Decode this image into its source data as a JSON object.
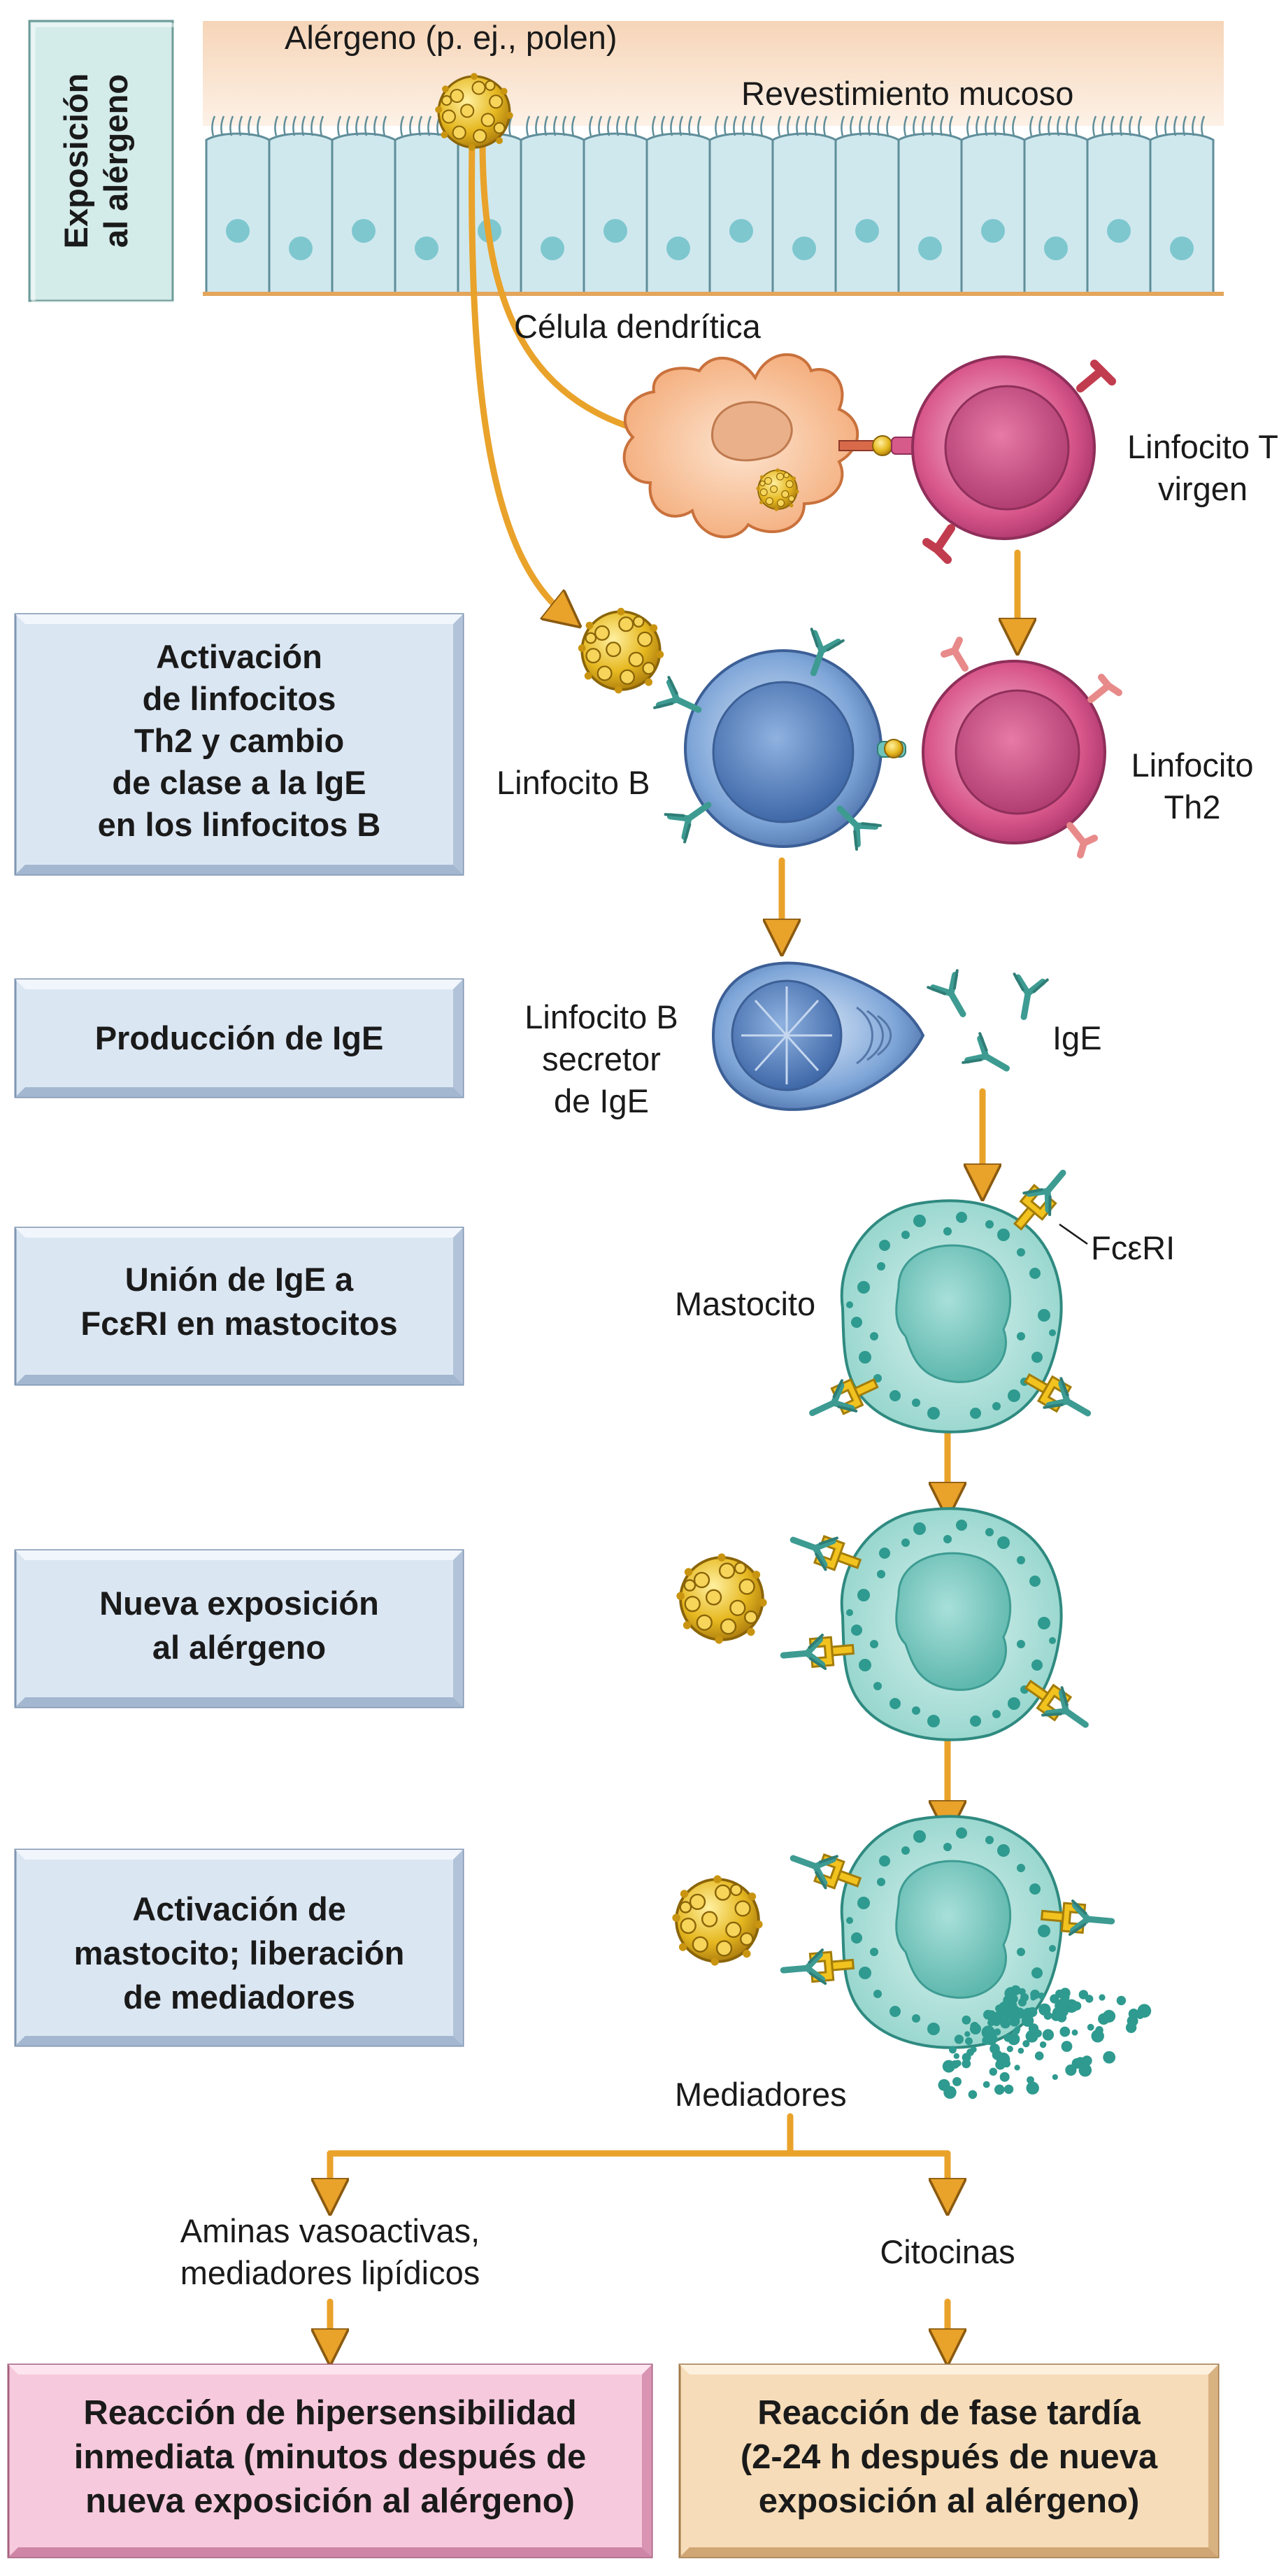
{
  "colors": {
    "arrow": "#e9a22a",
    "arrow_dark": "#8a5a10",
    "step_box": "#dbe6f3",
    "step_box_dark": "#8fa6c2",
    "immediate_box": "#f7c9dc",
    "late_box": "#f6dcb8",
    "allergen": "#e0b524",
    "dendritic": "#f8c49f",
    "t_cell": "#d65a8a",
    "b_cell": "#7ea8db",
    "mast_cell": "#7fcfc6",
    "antibody": "#3d9b92",
    "fc_receptor": "#e9b91a",
    "epithelium": "#cfe8ee"
  },
  "steps": {
    "exposure": [
      "Exposición",
      "al alérgeno"
    ],
    "activation": [
      "Activación",
      "de linfocitos",
      "Th2 y cambio",
      "de clase a la IgE",
      "en los linfocitos B"
    ],
    "production": [
      "Producción de IgE"
    ],
    "binding": [
      "Unión de IgE a",
      "FcεRI en mastocitos"
    ],
    "reexposure": [
      "Nueva exposición",
      "al alérgeno"
    ],
    "mast_activation": [
      "Activación de",
      "mastocito; liberación",
      "de mediadores"
    ]
  },
  "labels": {
    "allergen": "Alérgeno (p. ej., polen)",
    "mucosa": "Revestimiento mucoso",
    "dendritic_cell": "Célula dendrítica",
    "naive_t": [
      "Linfocito T",
      "virgen"
    ],
    "b_cell": "Linfocito B",
    "th2": [
      "Linfocito",
      "Th2"
    ],
    "secreting_b": [
      "Linfocito B",
      "secretor",
      "de IgE"
    ],
    "ige": "IgE",
    "fceri": "FcεRI",
    "mast_cell": "Mastocito",
    "mediators": "Mediadores",
    "amines": [
      "Aminas vasoactivas,",
      "mediadores lipídicos"
    ],
    "cytokines": "Citocinas"
  },
  "results": {
    "immediate": [
      "Reacción de hipersensibilidad",
      "inmediata (minutos después de",
      "nueva exposición al alérgeno)"
    ],
    "late": [
      "Reacción de fase tardía",
      "(2-24 h después de nueva",
      "exposición al alérgeno)"
    ]
  }
}
